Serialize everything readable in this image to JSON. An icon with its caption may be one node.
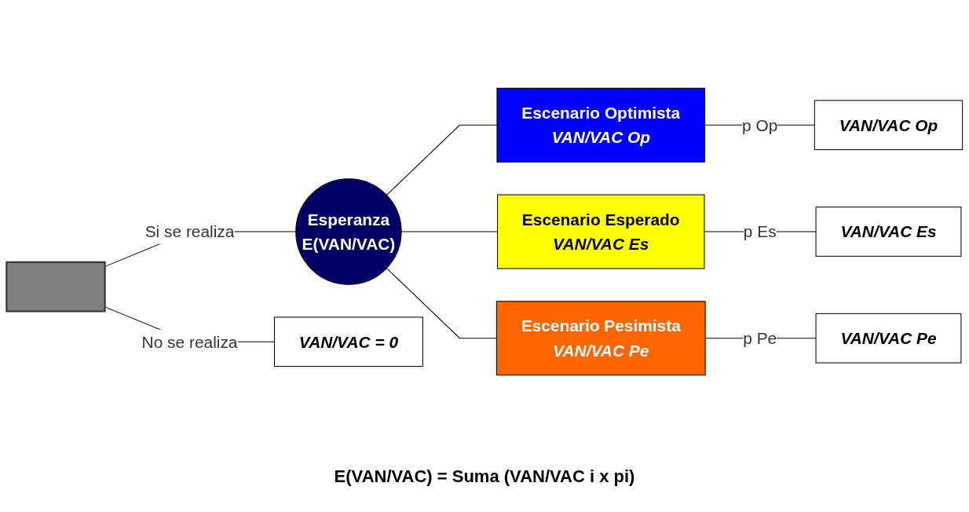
{
  "diagram": {
    "nodes": [
      {
        "text": [],
        "shape": "box"
      },
      {
        "text": [
          "Esperanza",
          "E(VAN/VAC)"
        ]
      },
      {
        "text": [
          "Escenario Optimista",
          "VAN/VAC Op"
        ]
      },
      {
        "text": [
          "Escenario Esperado",
          "VAN/VAC Es"
        ]
      },
      {
        "text": [
          "Escenario Pesimista",
          "VAN/VAC Pe"
        ]
      },
      {
        "text": [
          "VAN/VAC Op"
        ]
      },
      {
        "text": [
          "VAN/VAC Es"
        ]
      },
      {
        "text": [
          "VAN/VAC Pe"
        ]
      },
      {
        "text": [
          "VAN/VAC = 0"
        ]
      }
    ],
    "edges": [
      {
        "from": 0,
        "to": 1,
        "arrow": "none",
        "label": "Si se realiza"
      },
      {
        "from": 0,
        "to": 8,
        "arrow": "none",
        "label": "No se realiza"
      },
      {
        "from": 1,
        "to": 2,
        "arrow": "none"
      },
      {
        "from": 1,
        "to": 3,
        "arrow": "none"
      },
      {
        "from": 1,
        "to": 4,
        "arrow": "none"
      },
      {
        "from": 2,
        "to": 5,
        "arrow": "none",
        "label": "p Op"
      },
      {
        "from": 3,
        "to": 6,
        "arrow": "none",
        "label": "p Es"
      },
      {
        "from": 4,
        "to": 7,
        "arrow": "none",
        "label": "p Pe"
      }
    ],
    "labels": [
      "E(VAN/VAC) = Suma (VAN/VAC i x pi)"
    ]
  }
}
